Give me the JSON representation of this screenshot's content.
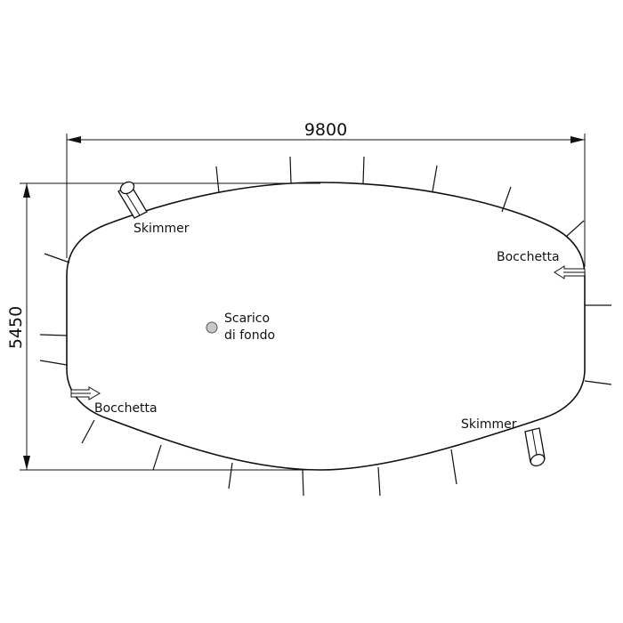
{
  "drawing": {
    "width_dimension": "9800",
    "height_dimension": "5450",
    "labels": {
      "skimmer_top": "Skimmer",
      "skimmer_bottom": "Skimmer",
      "bocchetta_right": "Bocchetta",
      "bocchetta_left": "Bocchetta",
      "scarico_line1": "Scarico",
      "scarico_line2": "di fondo"
    },
    "colors": {
      "line": "#111111",
      "drain_fill": "#c8c8c8",
      "background": "#ffffff"
    }
  }
}
